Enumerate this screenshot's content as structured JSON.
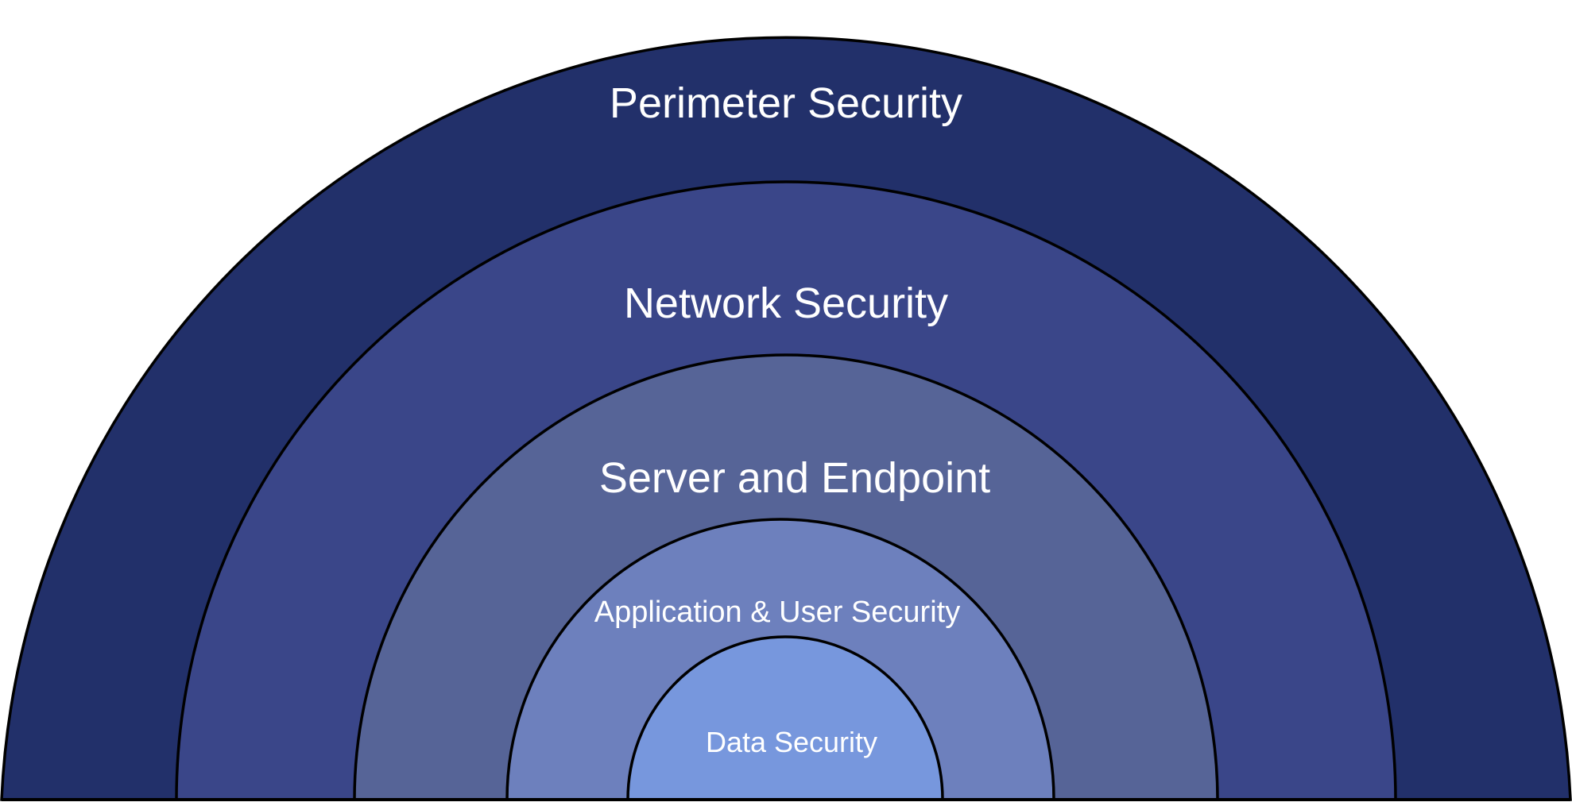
{
  "diagram": {
    "layers": [
      {
        "label": "Perimeter Security",
        "color": "#22306a"
      },
      {
        "label": "Network Security",
        "color": "#3a4689"
      },
      {
        "label": "Server and Endpoint",
        "color": "#566497"
      },
      {
        "label": "Application & User Security",
        "color": "#6d80bd"
      },
      {
        "label": "Data Security",
        "color": "#7797dd"
      }
    ]
  }
}
